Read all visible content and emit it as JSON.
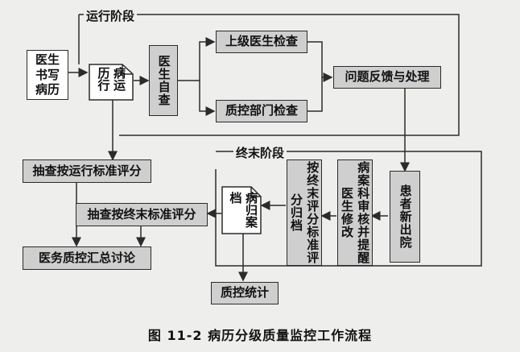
{
  "stages": {
    "run": "运行阶段",
    "final": "终末阶段"
  },
  "nodes": {
    "doctor_write": "医生书写病历",
    "running_record": "病运历行",
    "doctor_self_check": "医生自查",
    "superior_check": "上级医生检查",
    "qc_dept_check": "质控部门检查",
    "feedback": "问题反馈与处理",
    "spot_check_run": "抽查按运行标准评分",
    "patient_discharge": "患者新出院",
    "dept_review": "病案科审核并提醒医生修改",
    "final_score_file": "按终末评分标准评分归档",
    "archive": "病归案档",
    "spot_check_final": "抽查按终末标准评分",
    "qc_meeting": "医务质控汇总讨论",
    "qc_stats": "质控统计"
  },
  "caption": "图 11-2   病历分级质量监控工作流程"
}
